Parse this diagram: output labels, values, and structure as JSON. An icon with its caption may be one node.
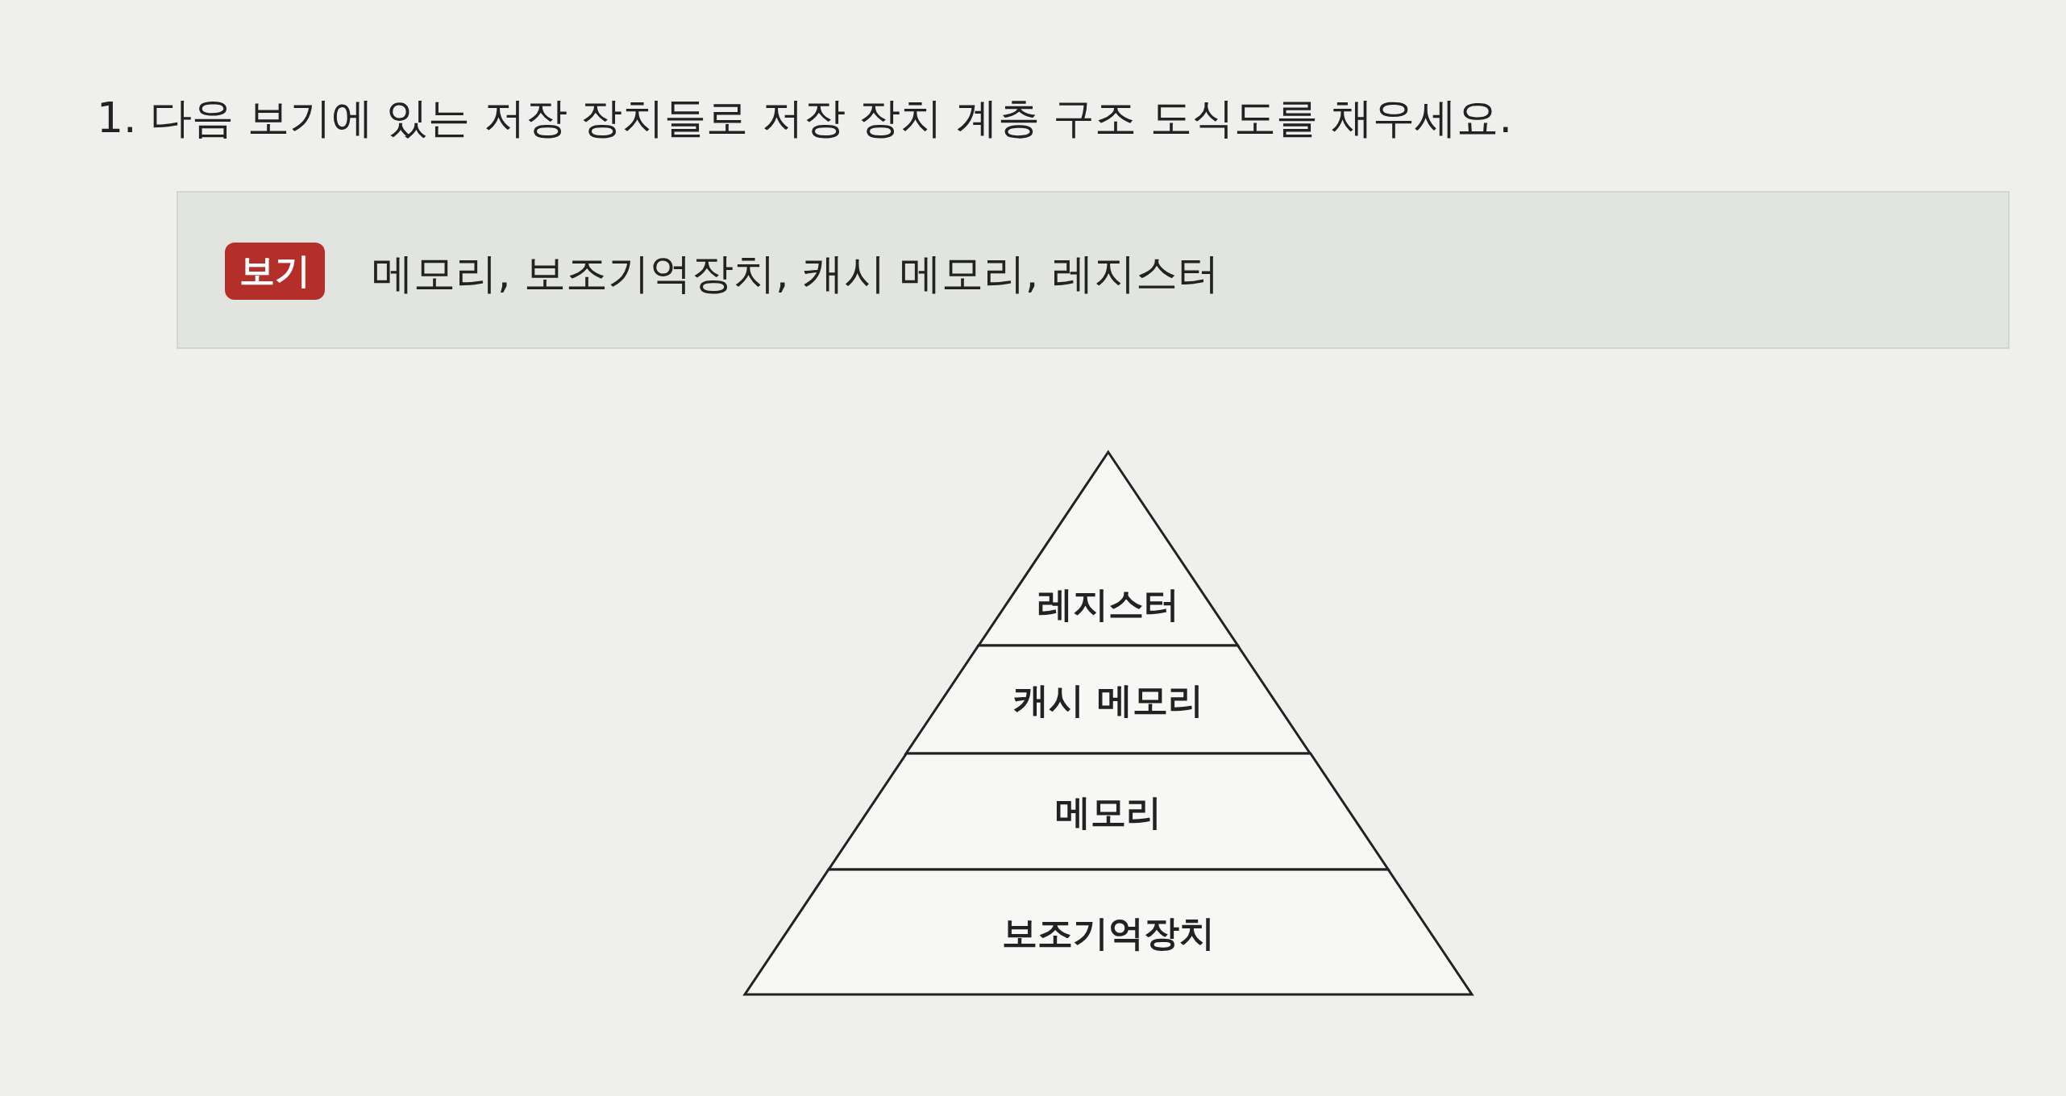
{
  "diagram": {
    "title": "1. 다음 보기에 있는 저장 장치들로 저장 장치 계층 구조 도식도를 채우세요.",
    "nodes": [
      {
        "text": [
          "보기",
          "메모리, 보조기억장치, 캐시 메모리, 레지스터"
        ]
      },
      {
        "text": [
          "레지스터"
        ]
      },
      {
        "text": [
          "캐시 메모리"
        ]
      },
      {
        "text": [
          "메모리"
        ]
      },
      {
        "text": [
          "보조기억장치"
        ]
      }
    ],
    "edges": []
  }
}
